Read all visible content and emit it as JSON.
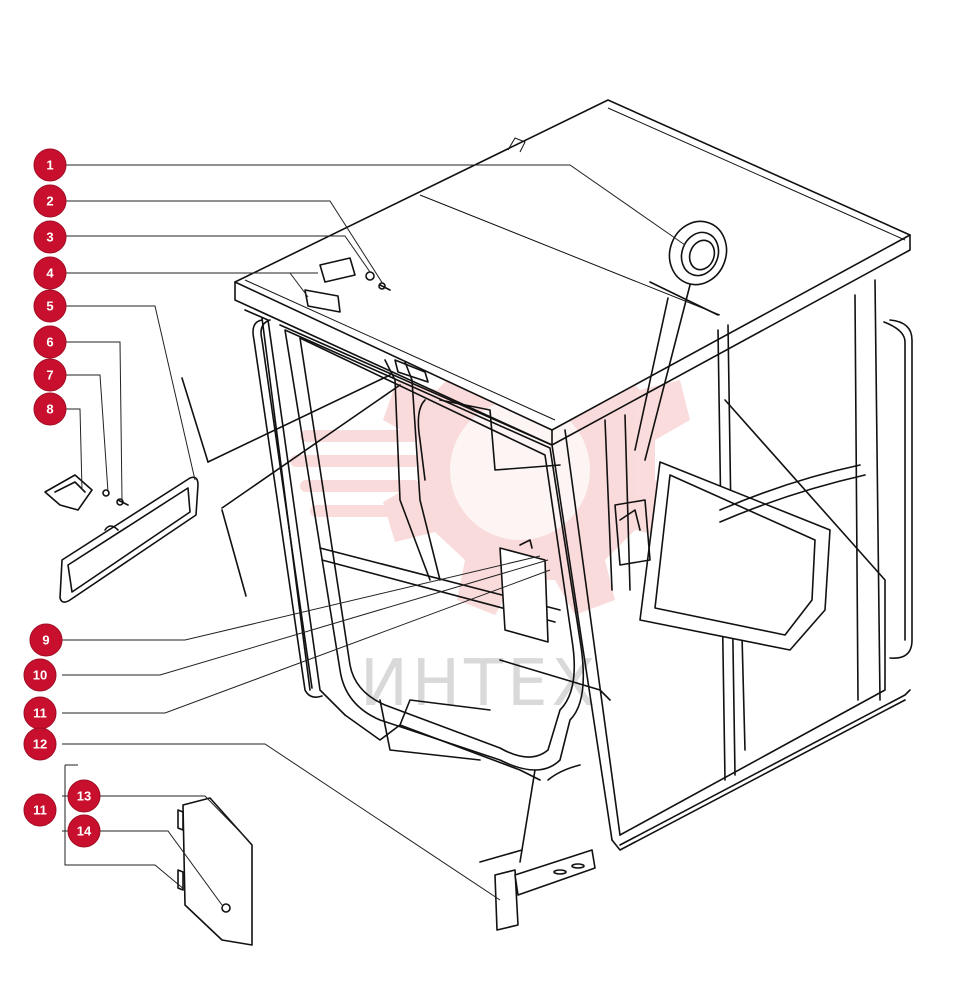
{
  "diagram": {
    "watermark_text": "ИНТЕХ",
    "accent_color": "#c8102e",
    "callouts": [
      {
        "id": "c1",
        "label": "1"
      },
      {
        "id": "c2",
        "label": "2"
      },
      {
        "id": "c3",
        "label": "3"
      },
      {
        "id": "c4",
        "label": "4"
      },
      {
        "id": "c5",
        "label": "5"
      },
      {
        "id": "c6",
        "label": "6"
      },
      {
        "id": "c7",
        "label": "7"
      },
      {
        "id": "c8",
        "label": "8"
      },
      {
        "id": "c9",
        "label": "9"
      },
      {
        "id": "c10",
        "label": "10"
      },
      {
        "id": "c11",
        "label": "11"
      },
      {
        "id": "c12",
        "label": "12"
      },
      {
        "id": "c11b",
        "label": "11"
      },
      {
        "id": "c13",
        "label": "13"
      },
      {
        "id": "c14",
        "label": "14"
      }
    ]
  }
}
